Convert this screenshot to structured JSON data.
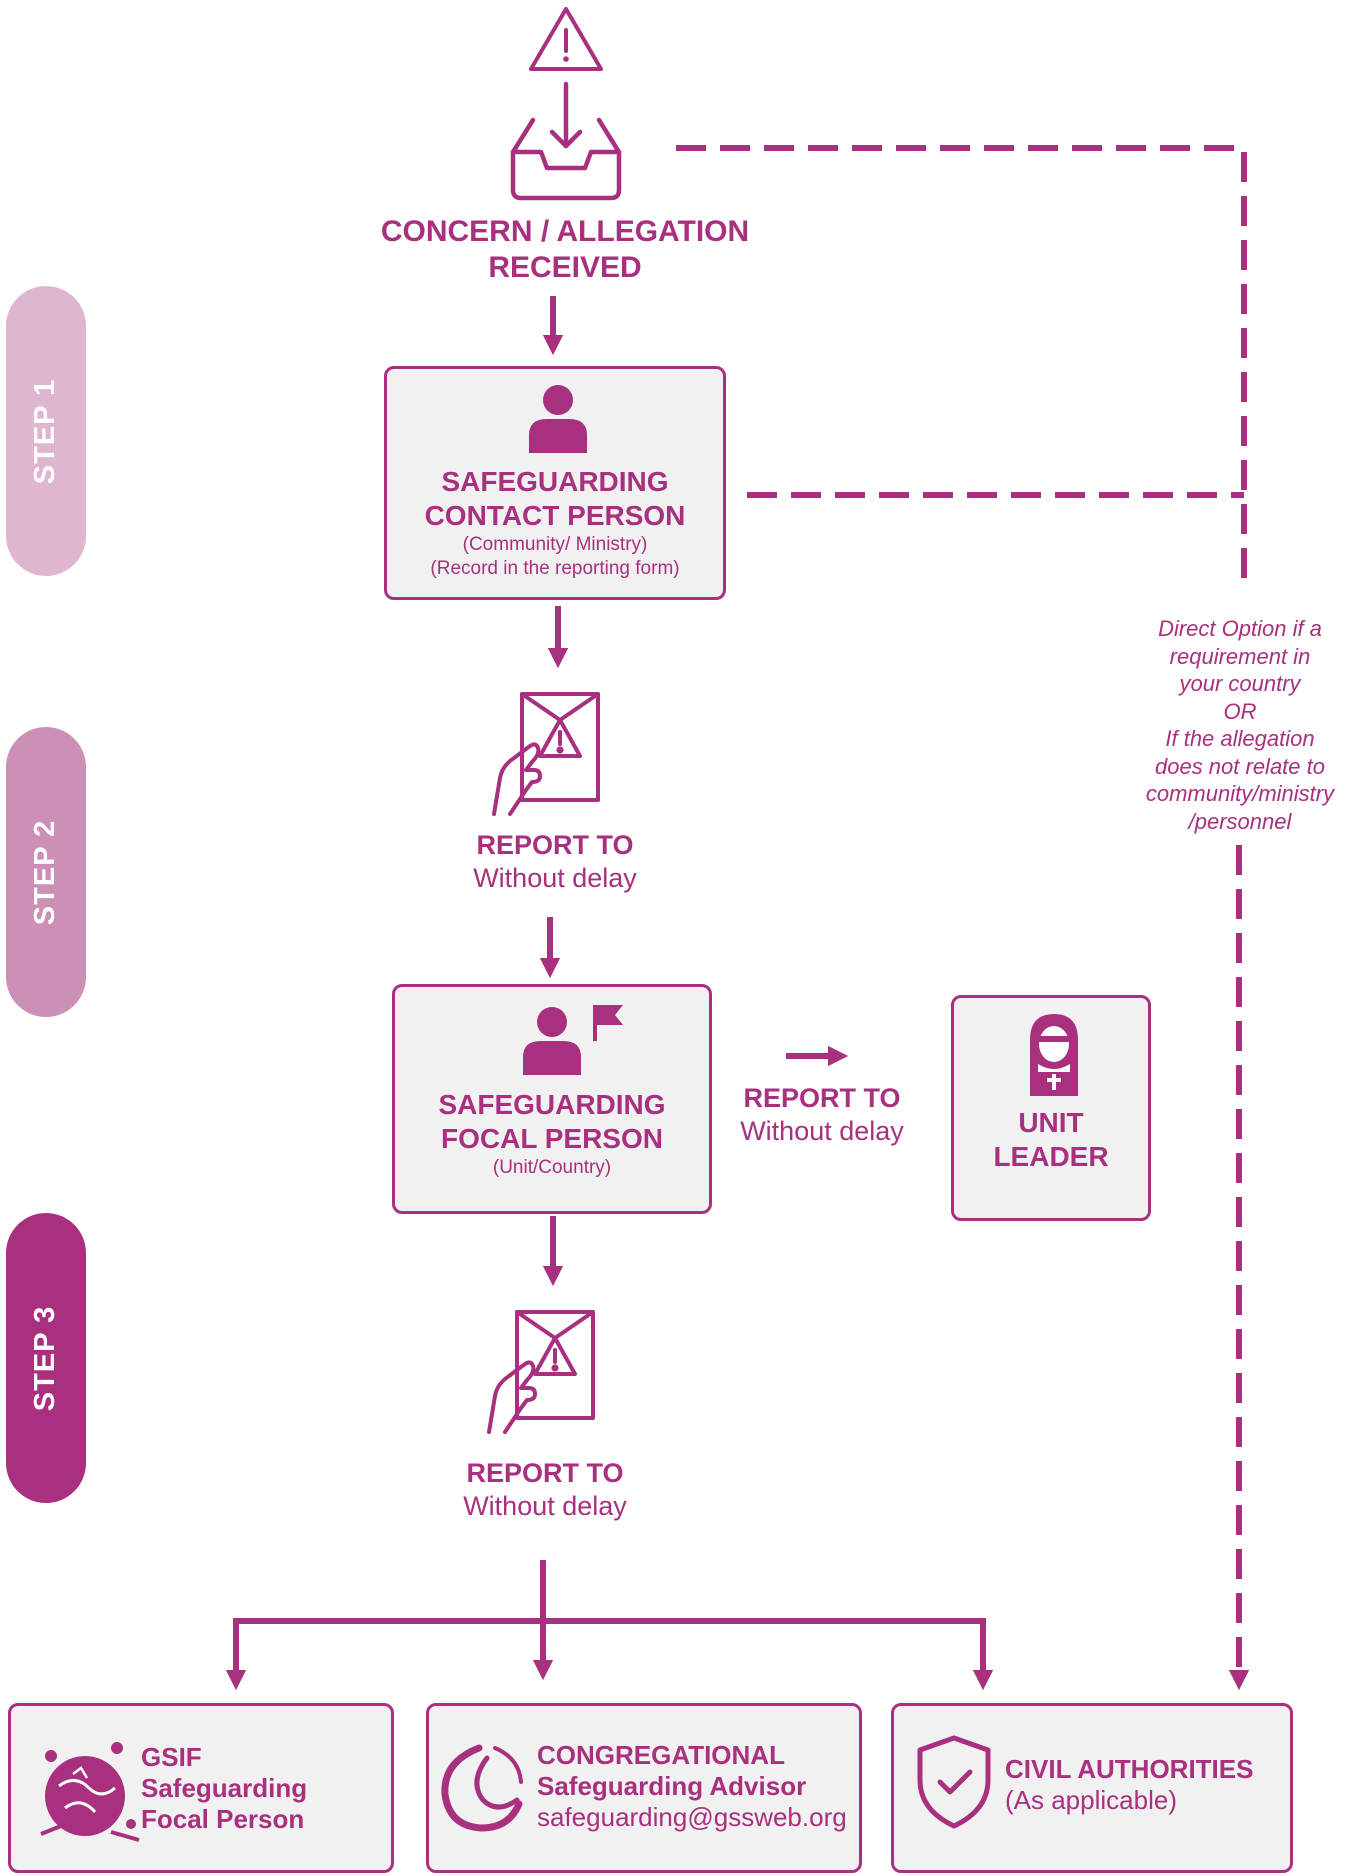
{
  "colors": {
    "primary": "#a8307e",
    "box_fill": "#f1f1f2",
    "step1": "#dfb6cf",
    "step2": "#cc8fb6",
    "step3": "#a8307e"
  },
  "steps": [
    "STEP 1",
    "STEP 2",
    "STEP 3"
  ],
  "top": {
    "title_line1": "CONCERN / ALLEGATION",
    "title_line2": "RECEIVED",
    "icons": [
      "warning-triangle-icon",
      "inbox-tray-icon"
    ]
  },
  "contact_person": {
    "title_line1": "SAFEGUARDING",
    "title_line2": "CONTACT PERSON",
    "sub1": "(Community/ Ministry)",
    "sub2": "(Record in the reporting form)",
    "icon": "person-icon"
  },
  "report1": {
    "label": "REPORT TO",
    "sub": "Without delay",
    "icon": "hand-envelope-warning-icon"
  },
  "focal_person": {
    "title_line1": "SAFEGUARDING",
    "title_line2": "FOCAL PERSON",
    "sub": "(Unit/Country)",
    "icon": "person-flag-icon"
  },
  "report_side": {
    "label": "REPORT TO",
    "sub": "Without delay"
  },
  "unit_leader": {
    "line1": "UNIT",
    "line2": "LEADER",
    "icon": "nun-icon"
  },
  "report2": {
    "label": "REPORT TO",
    "sub": "Without delay",
    "icon": "hand-envelope-warning-icon"
  },
  "direct_option": {
    "lines": [
      "Direct Option if a",
      "requirement in",
      "your country",
      "OR",
      "If the allegation",
      "does not relate to",
      "community/ministry",
      "/personnel"
    ]
  },
  "bottom": {
    "gsif": {
      "line1": "GSIF",
      "line2": "Safeguarding",
      "line3": "Focal Person",
      "icon": "gsif-globe-logo-icon"
    },
    "congregational": {
      "line1": "CONGREGATIONAL",
      "line2": "Safeguarding Advisor",
      "line3": "safeguarding@gssweb.org",
      "icon": "congregation-swirl-logo-icon"
    },
    "civil": {
      "line1": "CIVIL AUTHORITIES",
      "line2": "(As applicable)",
      "icon": "shield-check-icon"
    }
  }
}
